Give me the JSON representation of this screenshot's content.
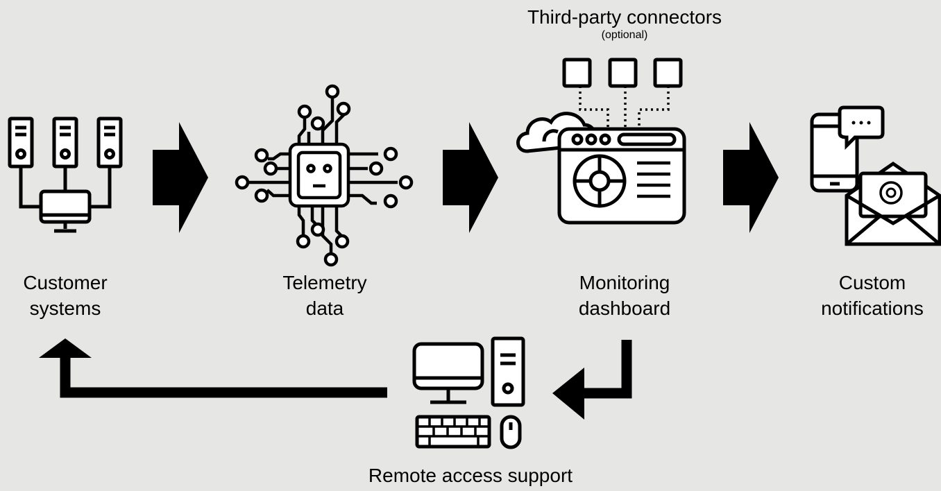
{
  "diagram": {
    "nodes": [
      {
        "id": "customer-systems",
        "label_lines": [
          "Customer",
          "systems"
        ],
        "icon": "server-network-icon"
      },
      {
        "id": "telemetry-data",
        "label_lines": [
          "Telemetry",
          "data"
        ],
        "icon": "chip-icon"
      },
      {
        "id": "monitoring-dashboard",
        "label_lines": [
          "Monitoring",
          "dashboard"
        ],
        "icon": "dashboard-cloud-icon"
      },
      {
        "id": "custom-notifications",
        "label_lines": [
          "Custom",
          "notifications"
        ],
        "icon": "phone-mail-icon"
      },
      {
        "id": "remote-access-support",
        "label": "Remote access support",
        "icon": "desktop-computer-icon"
      }
    ],
    "connectors": {
      "title": "Third-party connectors",
      "subtitle": "(optional)",
      "icon": "connector-box-icon"
    },
    "edges": [
      {
        "from": "customer-systems",
        "to": "telemetry-data"
      },
      {
        "from": "telemetry-data",
        "to": "monitoring-dashboard"
      },
      {
        "from": "monitoring-dashboard",
        "to": "custom-notifications"
      },
      {
        "from": "monitoring-dashboard",
        "to": "remote-access-support"
      },
      {
        "from": "remote-access-support",
        "to": "customer-systems"
      }
    ],
    "colors": {
      "background": "#e6e6e5",
      "ink": "#000000",
      "icon_fill": "#ffffff"
    }
  }
}
